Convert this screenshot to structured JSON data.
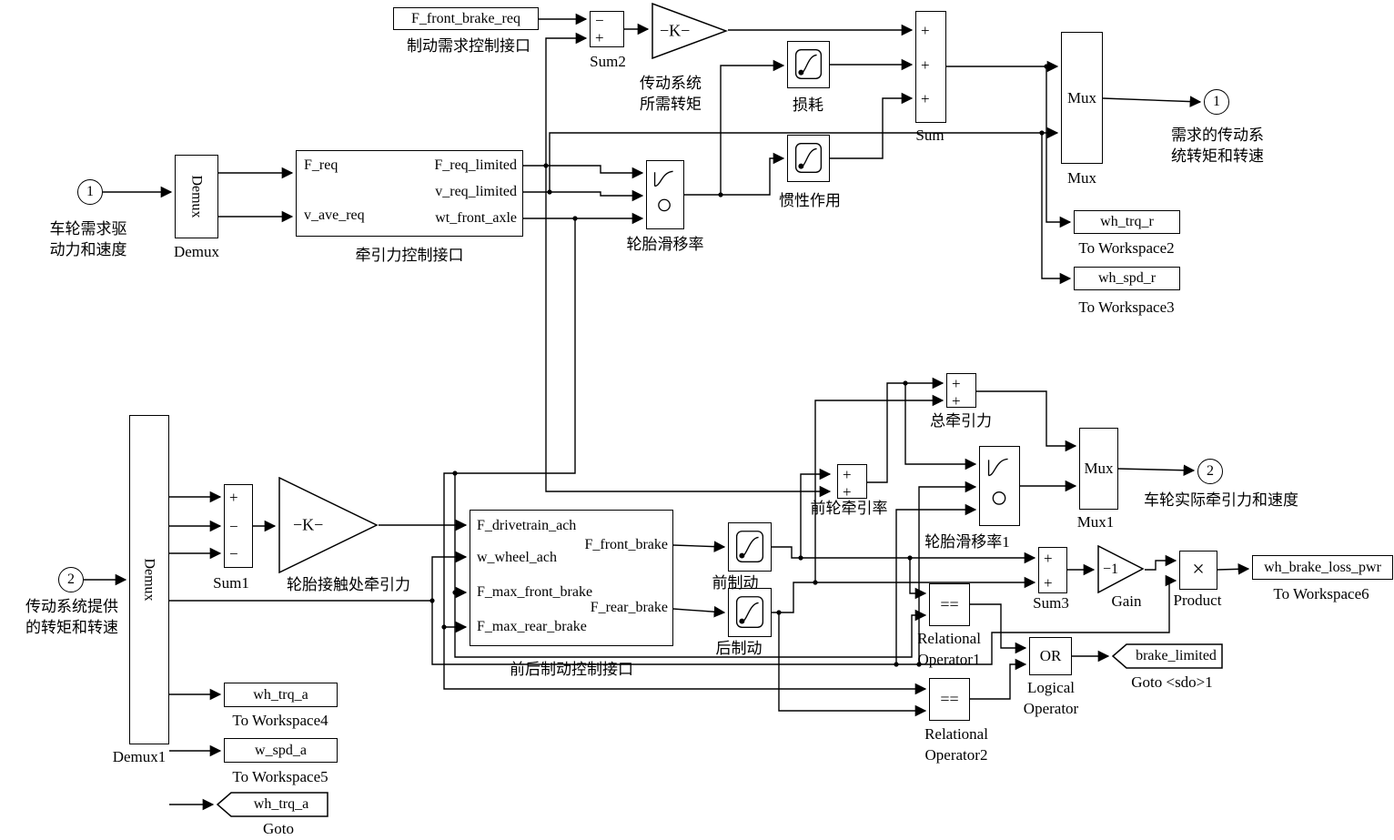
{
  "ports": {
    "in1": {
      "num": "1",
      "label1": "车轮需求驱",
      "label2": "动力和速度"
    },
    "in2": {
      "num": "2",
      "label1": "传动系统提供",
      "label2": "的转矩和转速"
    },
    "out1": {
      "num": "1",
      "label1": "需求的传动系",
      "label2": "统转矩和转速"
    },
    "out2": {
      "num": "2",
      "label1": "车轮实际牵引力和速度"
    }
  },
  "blocks": {
    "demux": {
      "text": "Demux",
      "label": "Demux"
    },
    "demux1": {
      "text": "Demux",
      "label": "Demux1"
    },
    "traction_interface": {
      "in1": "F_req",
      "in2": "v_ave_req",
      "out1": "F_req_limited",
      "out2": "v_req_limited",
      "out3": "wt_front_axle",
      "label": "牵引力控制接口"
    },
    "front_brake_req": {
      "text": "F_front_brake_req",
      "label": "制动需求控制接口"
    },
    "sum2": {
      "s1": "−",
      "s2": "+",
      "label": "Sum2"
    },
    "gain_top": {
      "text": "−K−",
      "label1": "传动系统",
      "label2": "所需转矩"
    },
    "loss": {
      "label": "损耗"
    },
    "inertia": {
      "label": "惯性作用"
    },
    "sum": {
      "s1": "+",
      "s2": "+",
      "s3": "+",
      "label": "Sum"
    },
    "mux": {
      "text": "Mux",
      "label": "Mux"
    },
    "wh_trq_r": {
      "text": "wh_trq_r",
      "label": "To Workspace2"
    },
    "wh_spd_r": {
      "text": "wh_spd_r",
      "label": "To Workspace3"
    },
    "tire_slip": {
      "label": "轮胎滑移率"
    },
    "sum1": {
      "s1": "+",
      "s2": "−",
      "s3": "−",
      "label": "Sum1"
    },
    "gain_contact": {
      "text": "−K−",
      "label": "轮胎接触处牵引力"
    },
    "brake_interface": {
      "in1": "F_drivetrain_ach",
      "in2": "w_wheel_ach",
      "in3": "F_max_front_brake",
      "in4": "F_max_rear_brake",
      "out1": "F_front_brake",
      "out2": "F_rear_brake",
      "label": "前后制动控制接口"
    },
    "front_brake": {
      "label": "前制动"
    },
    "rear_brake": {
      "label": "后制动"
    },
    "total_traction": {
      "s1": "+",
      "s2": "+",
      "label": "总牵引力"
    },
    "front_traction": {
      "s1": "+",
      "s2": "+",
      "label": "前轮牵引率"
    },
    "tire_slip1": {
      "label": "轮胎滑移率1"
    },
    "mux1": {
      "text": "Mux",
      "label": "Mux1"
    },
    "sum3": {
      "s1": "+",
      "s2": "+",
      "label": "Sum3"
    },
    "gain_neg1": {
      "text": "−1",
      "label": "Gain"
    },
    "product": {
      "text": "×",
      "label": "Product"
    },
    "wh_brake_loss_pwr": {
      "text": "wh_brake_loss_pwr",
      "label": "To Workspace6"
    },
    "rel_op1": {
      "text": "==",
      "label1": "Relational",
      "label2": "Operator1"
    },
    "rel_op2": {
      "text": "==",
      "label1": "Relational",
      "label2": "Operator2"
    },
    "logical_op": {
      "text": "OR",
      "label1": "Logical",
      "label2": "Operator"
    },
    "goto_brake_limited": {
      "text": "brake_limited",
      "label": "Goto <sdo>1"
    },
    "wh_trq_a_ws": {
      "text": "wh_trq_a",
      "label": "To Workspace4"
    },
    "w_spd_a_ws": {
      "text": "w_spd_a",
      "label": "To Workspace5"
    },
    "goto_wh_trq_a": {
      "text": "wh_trq_a",
      "label": "Goto"
    }
  }
}
